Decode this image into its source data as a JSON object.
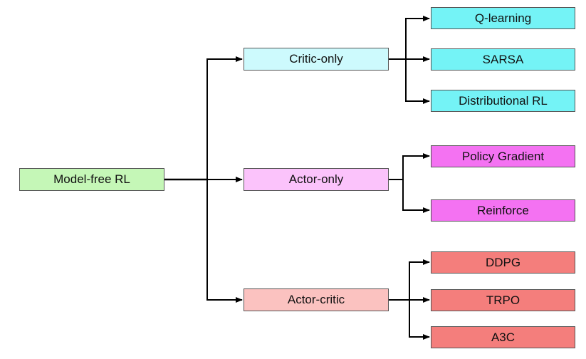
{
  "root": {
    "label": "Model-free RL",
    "color": "#c5f7b7"
  },
  "branches": [
    {
      "label": "Critic-only",
      "color": "#cdfafd",
      "children": [
        {
          "label": "Q-learning",
          "color": "#74f3f6"
        },
        {
          "label": "SARSA",
          "color": "#74f3f6"
        },
        {
          "label": "Distributional RL",
          "color": "#74f3f6"
        }
      ]
    },
    {
      "label": "Actor-only",
      "color": "#fbc3fb",
      "children": [
        {
          "label": "Policy Gradient",
          "color": "#f472f2"
        },
        {
          "label": "Reinforce",
          "color": "#f472f2"
        }
      ]
    },
    {
      "label": "Actor-critic",
      "color": "#fbc2c0",
      "children": [
        {
          "label": "DDPG",
          "color": "#f47e7c"
        },
        {
          "label": "TRPO",
          "color": "#f47e7c"
        },
        {
          "label": "A3C",
          "color": "#f47e7c"
        }
      ]
    }
  ]
}
